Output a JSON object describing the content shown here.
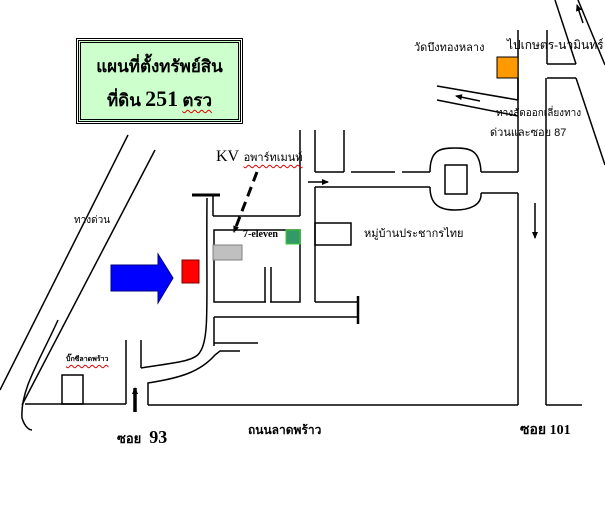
{
  "title": {
    "line1": "แผนที่ตั้งทรัพย์สิน",
    "line2_prefix": "ที่ดิน",
    "line2_number": "251",
    "line2_unit": "ตรว"
  },
  "labels": {
    "temple": "วัดบึงทองหลาง",
    "to_kaset": "ไปเกษตร-นวมินทร์",
    "shortcut_line1": "ทางลัดออกเลี่ยงทาง",
    "shortcut_line2": "ด่วนและซอย 87",
    "kv_prefix": "KV",
    "kv_name": "อพาร์ทเมนท์",
    "seven_eleven": "7-eleven",
    "village": "หมู่บ้านประชากรไทย",
    "expressway": "ทางด่วน",
    "bigc": "บิ๊กซีลาดพร้าว",
    "soi93_prefix": "ซอย",
    "soi93_number": "93",
    "main_road": "ถนนลาดพร้าว",
    "soi101": "ซอย 101"
  },
  "markers": {
    "property": {
      "color": "#ff0000",
      "label": "property-location"
    },
    "seven_eleven": {
      "color": "#339966"
    },
    "temple": {
      "color": "#ff9900"
    },
    "kv_building": {
      "color": "#c0c0c0"
    },
    "pointer_arrow": {
      "color": "#0000ff"
    }
  }
}
